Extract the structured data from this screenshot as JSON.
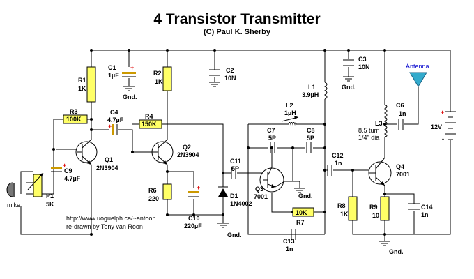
{
  "title": "4 Transistor Transmitter",
  "subtitle": "(C) Paul K. Sherby",
  "credit_url": "http://www.uoguelph.ca/~antoon",
  "credit_redrawn": "re-drawn by Tony van Roon",
  "colors": {
    "resistor_fill": "#ffff66",
    "cap_plate": "#cc9900",
    "antenna": "#33aacc",
    "label_blue": "#0000cc",
    "plus_red": "#dd0000",
    "wire": "#000000"
  },
  "components": {
    "r1": {
      "name": "R1",
      "value": "1K"
    },
    "r2": {
      "name": "R2",
      "value": "1K"
    },
    "r3": {
      "name": "R3",
      "value": "100K"
    },
    "r4": {
      "name": "R4",
      "value": "150K"
    },
    "r6": {
      "name": "R6",
      "value": "220"
    },
    "r7": {
      "name": "R7",
      "value": "10K"
    },
    "r8": {
      "name": "R8",
      "value": "1K"
    },
    "r9": {
      "name": "R9",
      "value": "10"
    },
    "p1": {
      "name": "P1",
      "value": "5K"
    },
    "c1": {
      "name": "C1",
      "value": "1µF"
    },
    "c2": {
      "name": "C2",
      "value": "10N"
    },
    "c3": {
      "name": "C3",
      "value": "10N"
    },
    "c4": {
      "name": "C4",
      "value": "4.7µF"
    },
    "c6": {
      "name": "C6",
      "value": "1n"
    },
    "c7": {
      "name": "C7",
      "value": "5P"
    },
    "c8": {
      "name": "C8",
      "value": "5P"
    },
    "c9": {
      "name": "C9",
      "value": "4.7µF"
    },
    "c10": {
      "name": "C10",
      "value": "220µF"
    },
    "c11": {
      "name": "C11",
      "value": "5P"
    },
    "c12": {
      "name": "C12",
      "value": "1n"
    },
    "c13": {
      "name": "C13",
      "value": "1n"
    },
    "c14": {
      "name": "C14",
      "value": "1n"
    },
    "l1": {
      "name": "L1",
      "value": "3.9µH"
    },
    "l2": {
      "name": "L2",
      "value": "1µH"
    },
    "l3": {
      "name": "L3",
      "value1": "8.5 turn",
      "value2": "1/4\" dia"
    },
    "q1": {
      "name": "Q1",
      "value": "2N3904"
    },
    "q2": {
      "name": "Q2",
      "value": "2N3904"
    },
    "q3": {
      "name": "Q3",
      "value": "7001"
    },
    "q4": {
      "name": "Q4",
      "value": "7001"
    },
    "d1": {
      "name": "D1",
      "value": "1N4002"
    }
  },
  "labels": {
    "gnd": "Gnd.",
    "antenna": "Antenna",
    "supply": "12V",
    "mic": "mike",
    "plus": "+",
    "minus": "-"
  }
}
